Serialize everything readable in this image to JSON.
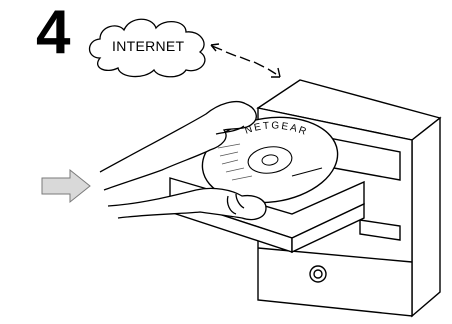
{
  "step": {
    "number": "4"
  },
  "cloud": {
    "label": "INTERNET"
  },
  "cd": {
    "brand": "NETGEAR"
  },
  "colors": {
    "ink": "#000000",
    "arrow_fill": "#d9d9d9",
    "paper": "#ffffff"
  },
  "icons": [
    "cloud-icon",
    "bidirectional-arrow-icon",
    "right-arrow-icon",
    "cd-disc-icon",
    "hand-icon",
    "computer-tower-icon"
  ]
}
